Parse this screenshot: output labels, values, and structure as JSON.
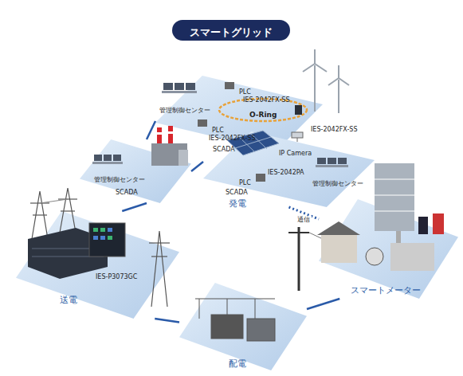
{
  "diagram": {
    "title": "スマートグリッド",
    "nodes": [
      {
        "text": [
          "管理制御センター",
          "SCADA"
        ]
      },
      {
        "text": [
          "管理制御センター",
          "SCADA"
        ]
      },
      {
        "text": [
          "管理制御センター",
          "SCADA",
          "発電"
        ]
      },
      {
        "text": [
          "IES-P3073GC",
          "送電"
        ]
      },
      {
        "text": [
          "配電"
        ]
      },
      {
        "text": [
          "スマートメーター"
        ]
      }
    ],
    "edges": [
      {
        "from": 0,
        "to": 1,
        "arrow": "none"
      },
      {
        "from": 1,
        "to": 2,
        "arrow": "none"
      },
      {
        "from": 1,
        "to": 3,
        "arrow": "none"
      },
      {
        "from": 2,
        "to": 5,
        "label": "通信",
        "arrow": "none"
      },
      {
        "from": 3,
        "to": 4,
        "arrow": "none"
      },
      {
        "from": 4,
        "to": 5,
        "arrow": "none"
      }
    ],
    "labels": [
      "PLC",
      "IES-2042FX-SS",
      "O-Ring",
      "PLC",
      "IES-2042FX-SS",
      "IES-2042FX-SS",
      "IP Camera",
      "IES-2042PA",
      "PLC"
    ]
  }
}
